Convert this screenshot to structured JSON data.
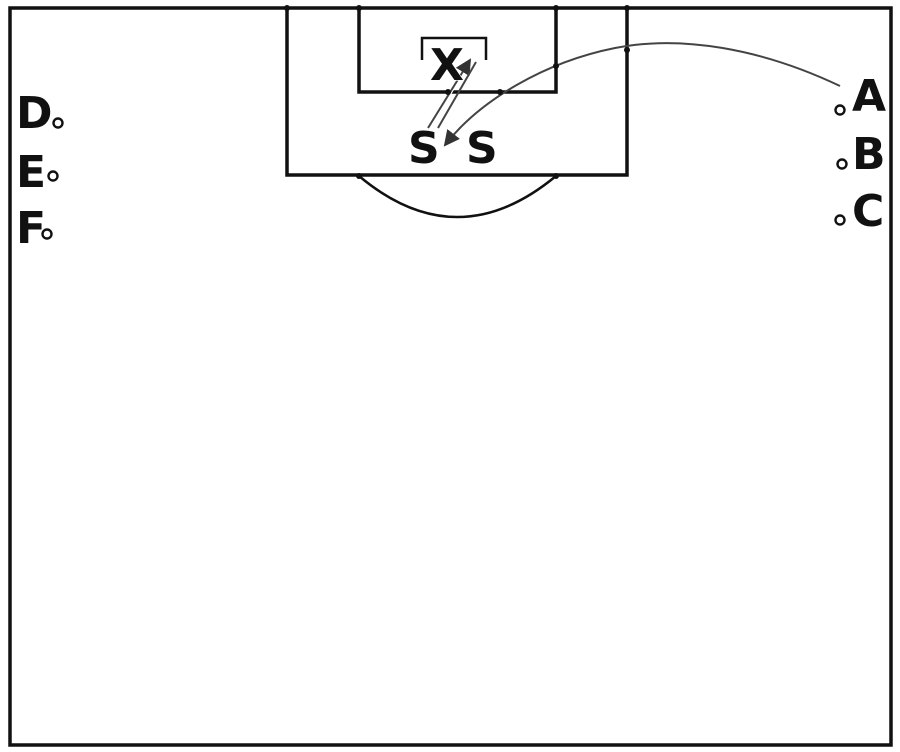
{
  "stations": {
    "right": [
      {
        "id": "station-a",
        "label": "A"
      },
      {
        "id": "station-b",
        "label": "B"
      },
      {
        "id": "station-c",
        "label": "C"
      }
    ],
    "left": [
      {
        "id": "station-d",
        "label": "D"
      },
      {
        "id": "station-e",
        "label": "E"
      },
      {
        "id": "station-f",
        "label": "F"
      }
    ]
  },
  "players": {
    "target": {
      "label": "X"
    },
    "shooters": [
      {
        "label": "S"
      },
      {
        "label": "S"
      }
    ]
  },
  "colors": {
    "lines": "#111111",
    "paths": "#444444",
    "background": "#ffffff"
  }
}
